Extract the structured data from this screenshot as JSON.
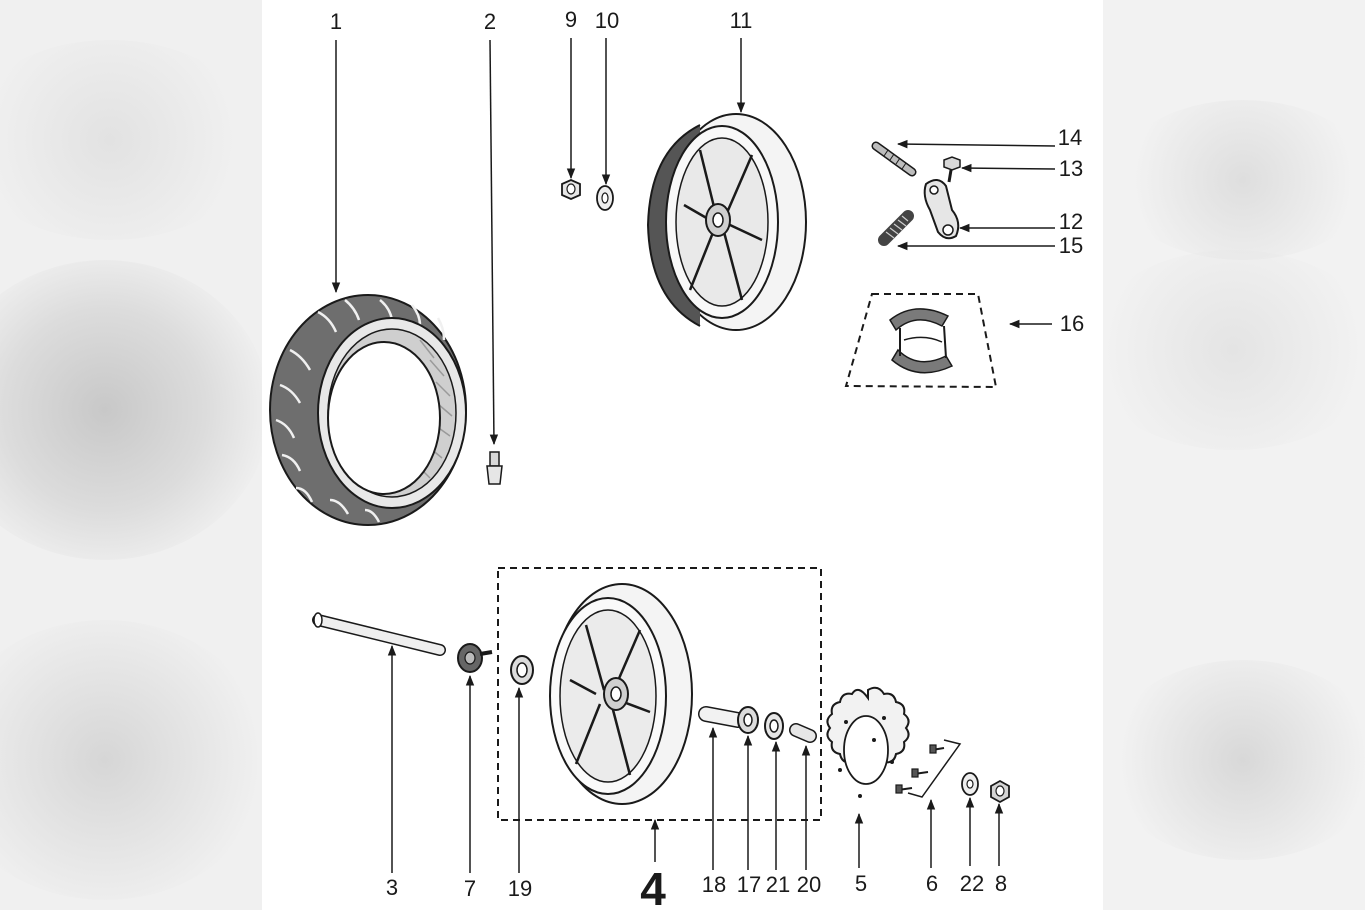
{
  "labels": {
    "p1": "1",
    "p2": "2",
    "p3": "3",
    "p4": "4",
    "p5": "5",
    "p6": "6",
    "p7": "7",
    "p8": "8",
    "p9": "9",
    "p10": "10",
    "p11": "11",
    "p12": "12",
    "p13": "13",
    "p14": "14",
    "p15": "15",
    "p16": "16",
    "p17": "17",
    "p18": "18",
    "p19": "19",
    "p20": "20",
    "p21": "21",
    "p22": "22"
  },
  "colors": {
    "line": "#1a1a1a",
    "tire": "#7a7a7a",
    "tire_dark": "#4a4a4a",
    "rim": "#f4f4f4",
    "background": "#ffffff"
  }
}
